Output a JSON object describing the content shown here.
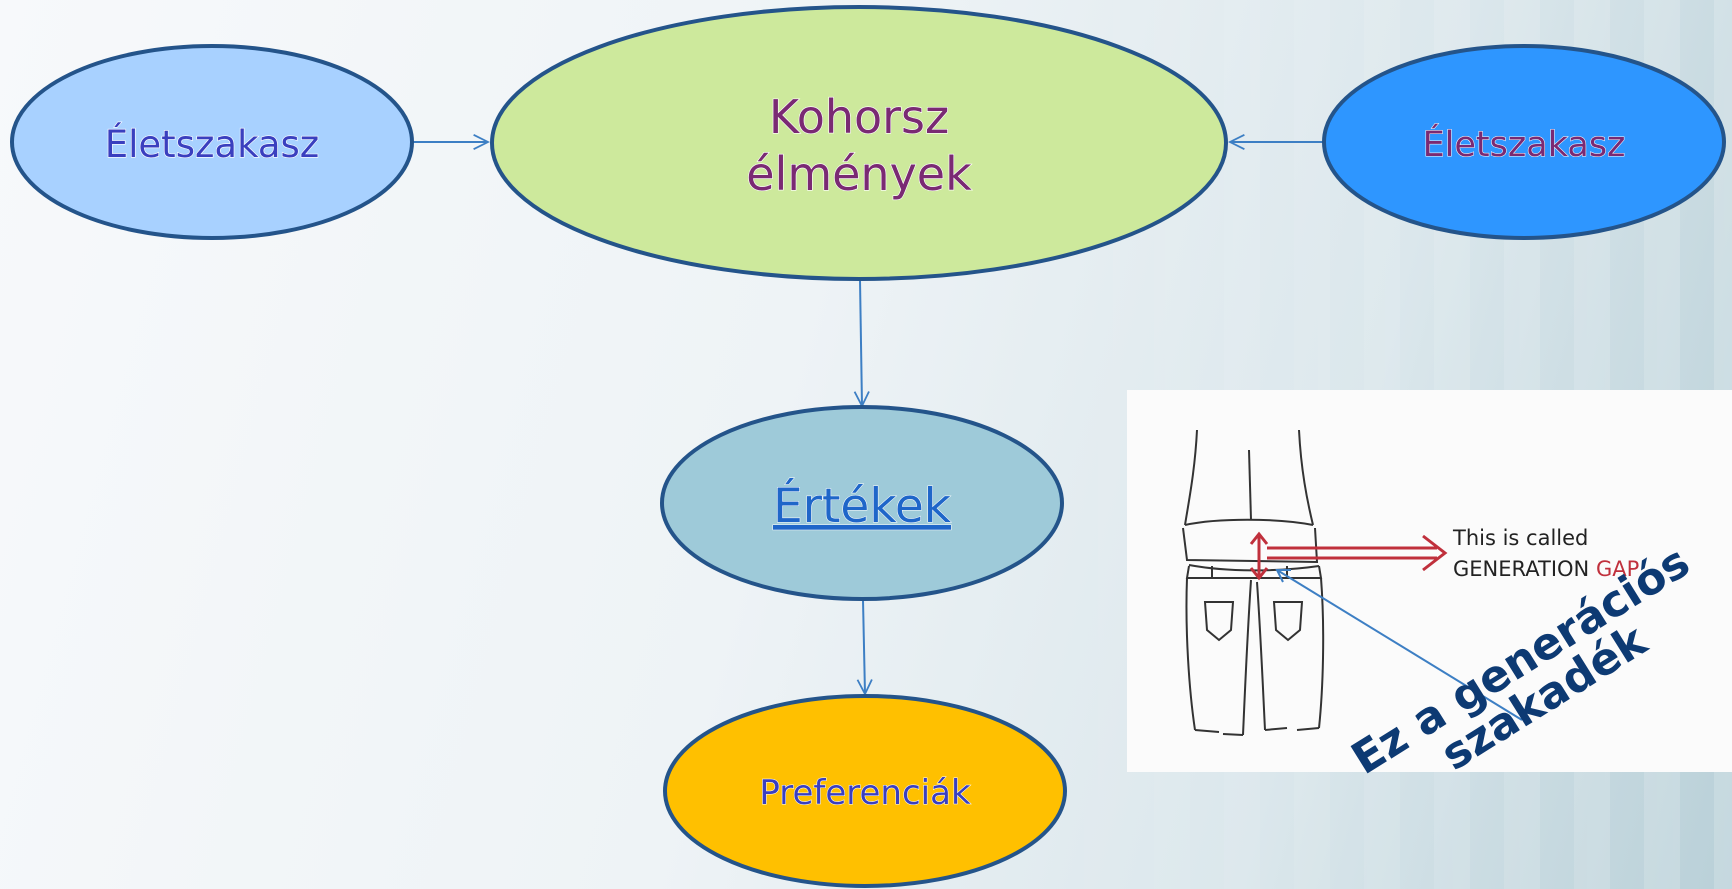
{
  "diagram": {
    "nodes": {
      "life_stage_left": {
        "label": "Életszakasz",
        "fill": "#a8d1ff",
        "text_color": "#3a3fbf"
      },
      "cohort": {
        "line1": "Kohorsz",
        "line2": "élmények",
        "fill": "#cde99c",
        "text_color": "#7a2a73"
      },
      "life_stage_right": {
        "label": "Életszakasz",
        "fill": "#2e96ff",
        "text_color": "#7a2a73"
      },
      "values": {
        "label": "Értékek",
        "fill": "#9ecad9",
        "text_color": "#1f66c9"
      },
      "preferences": {
        "label": "Preferenciák",
        "fill": "#ffc000",
        "text_color": "#3a3fbf"
      }
    },
    "edges": [
      {
        "from": "life_stage_left",
        "to": "cohort"
      },
      {
        "from": "life_stage_right",
        "to": "cohort"
      },
      {
        "from": "cohort",
        "to": "values"
      },
      {
        "from": "values",
        "to": "preferences"
      }
    ],
    "outline_color": "#24548a",
    "arrow_color": "#3d7fc4"
  },
  "image": {
    "line1": "This is called",
    "line2_prefix": "GENERATION ",
    "line2_highlight": "GAP"
  },
  "caption": {
    "line1": "Ez a generációs",
    "line2": "szakadék"
  }
}
